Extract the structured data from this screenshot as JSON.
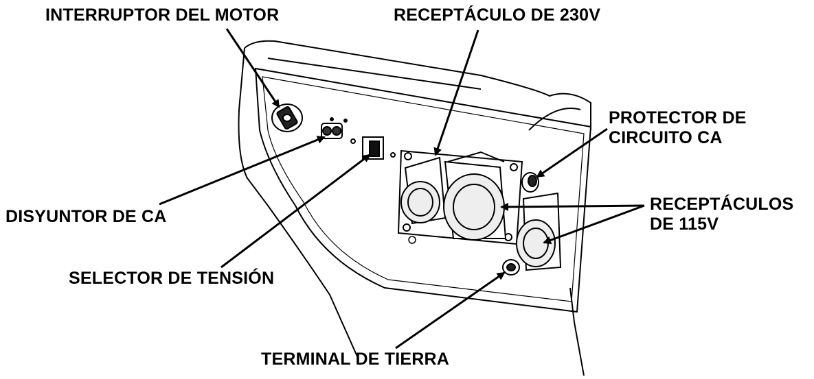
{
  "labels": {
    "engine_switch": "INTERRUPTOR DEL MOTOR",
    "receptacle_230v": "RECEPTÁCULO DE 230V",
    "ac_protector_line1": "PROTECTOR DE",
    "ac_protector_line2": "CIRCUITO CA",
    "ac_breaker": "DISYUNTOR DE CA",
    "receptacles_115v_line1": "RECEPTÁCULOS",
    "receptacles_115v_line2": "DE 115V",
    "voltage_selector": "SELECTOR DE TENSIÓN",
    "ground_terminal": "TERMINAL DE TIERRA"
  },
  "colors": {
    "ink": "#000000",
    "background": "#ffffff"
  }
}
